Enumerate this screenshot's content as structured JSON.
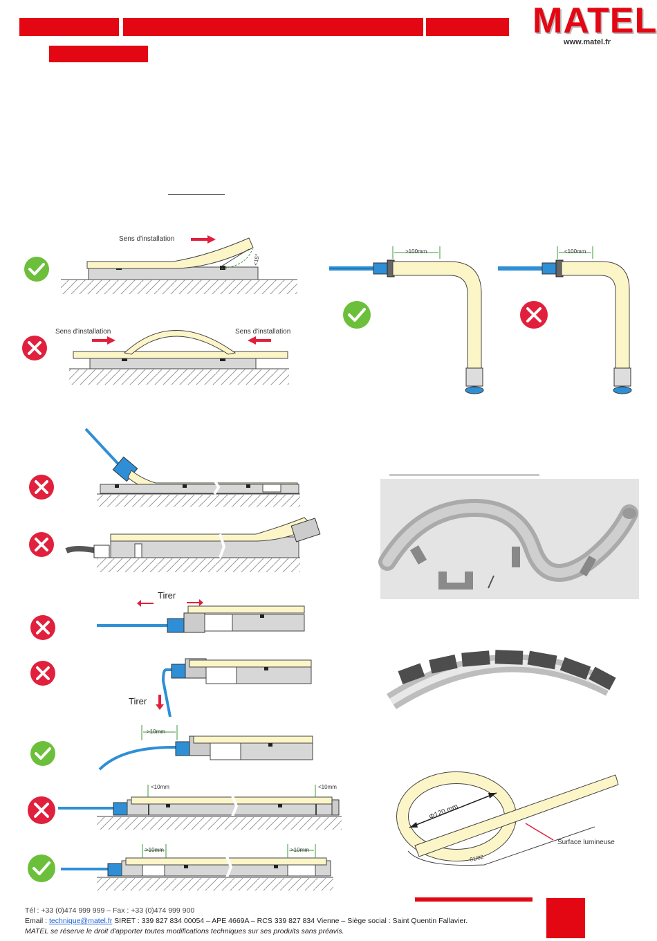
{
  "brand": {
    "name": "MATEL",
    "url": "www.matel.fr",
    "colors": {
      "red": "#e30613",
      "ok_green": "#6cbf3a",
      "no_red": "#e0203c",
      "neon_fill": "#fbf5c8",
      "cable_blue": "#2e8fd6"
    }
  },
  "diagram_labels": {
    "install_direction": "Sens d'installation",
    "angle": "<15°",
    "gt100": ">100mm",
    "lt100": "<100mm",
    "pull": "Tirer",
    "gt10": ">10mm",
    "lt10": "<10mm",
    "diameter": "Φ120 mm",
    "luminous_surface": "Surface lumineuse",
    "strip_mark": "01/02"
  },
  "status_icons": {
    "ok": "check-icon",
    "not_ok": "cross-icon"
  },
  "footer": {
    "line1": "Tél : +33 (0)474 999 999 – Fax : +33 (0)474 999 900",
    "email_label": "Email : ",
    "email": "technique@matel.fr",
    "line2_rest": " SIRET : 339 827 834 00054 – APE 4669A – RCS 339 827 834 Vienne – Siège social : Saint Quentin Fallavier.",
    "line3": "MATEL se réserve le droit d'apporter toutes modifications techniques sur ses produits sans préavis."
  }
}
